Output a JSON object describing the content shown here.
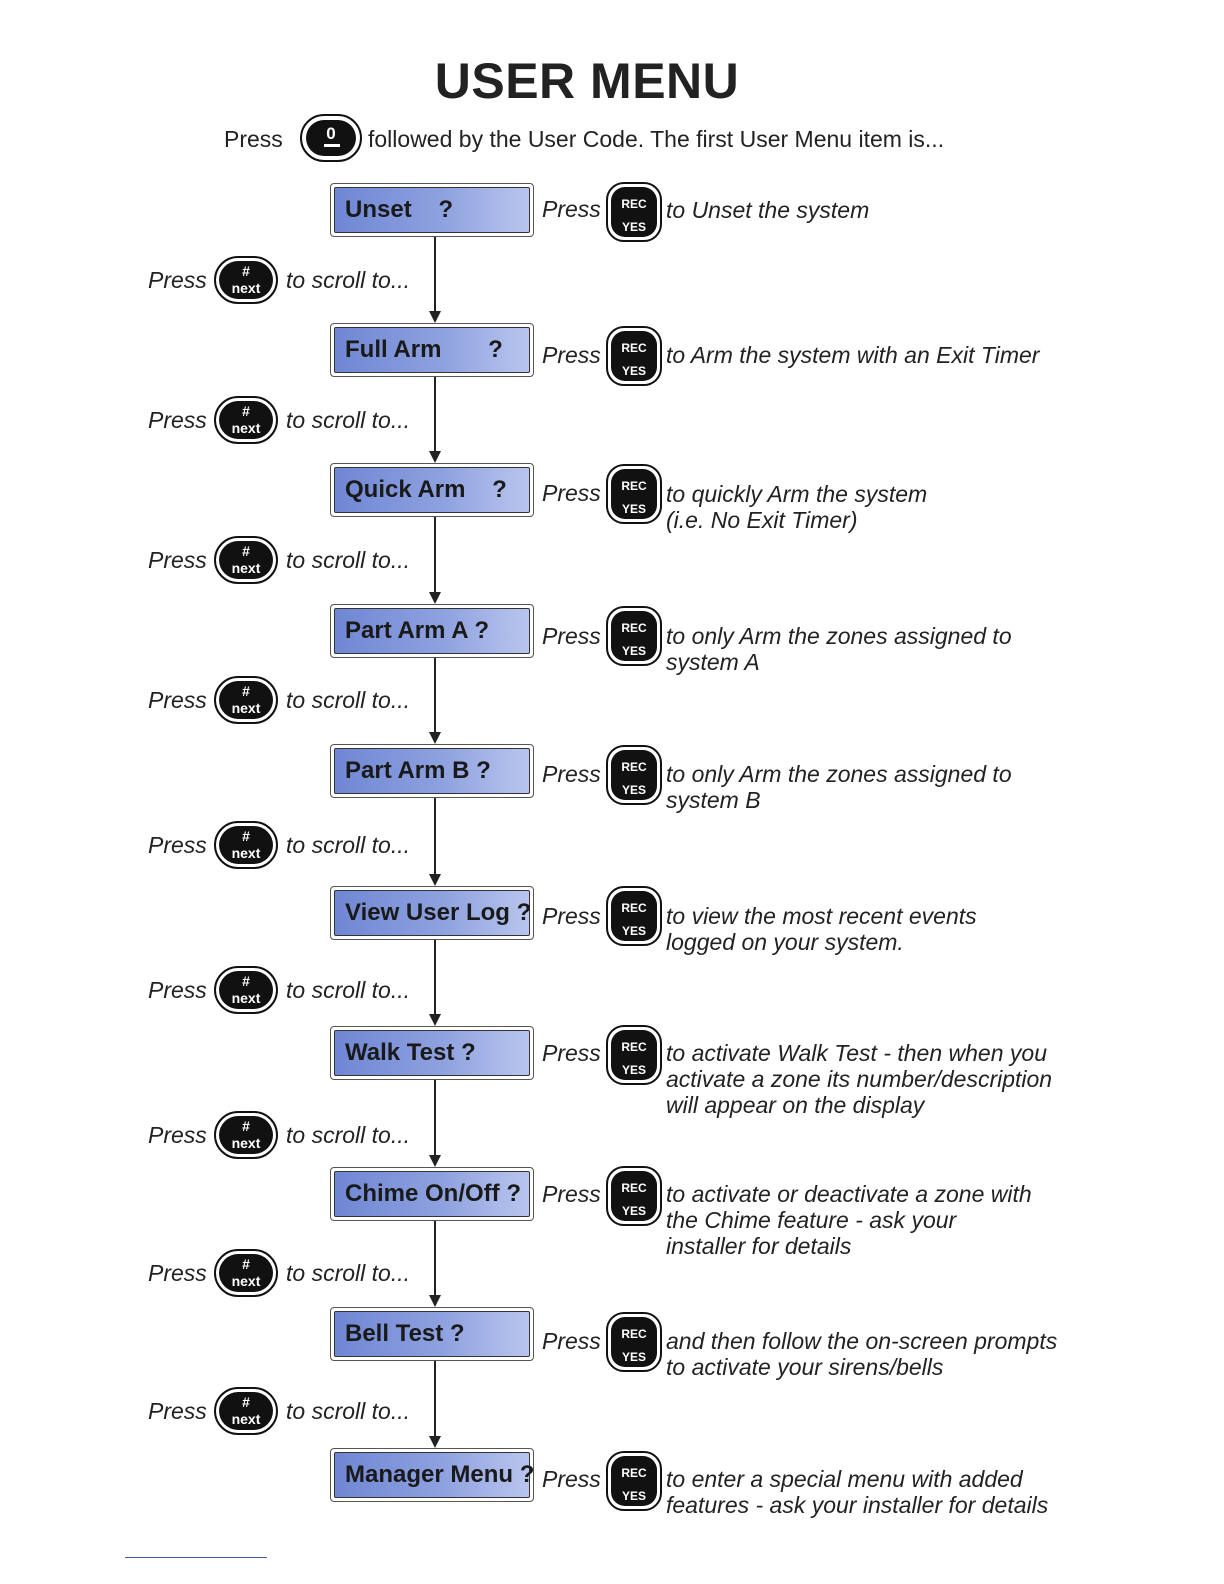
{
  "title": "USER MENU",
  "intro": {
    "prefix": "Press",
    "key_label": "0",
    "suffix": "followed by the User Code. The first User Menu item is..."
  },
  "keys": {
    "yes_top": "REC",
    "yes_bottom": "YES",
    "next_top": "#",
    "next_bottom": "next",
    "press_word": "Press",
    "scroll_text": "to scroll to..."
  },
  "colors": {
    "lcd_gradient_start": "#6f87d4",
    "lcd_gradient_end": "#b9c5ee",
    "key_fill": "#111111"
  },
  "menu_items": [
    {
      "label": "Unset    ?",
      "desc": [
        "to Unset the system"
      ]
    },
    {
      "label": "Full Arm       ?",
      "desc": [
        "to Arm the system with an Exit Timer"
      ]
    },
    {
      "label": "Quick Arm    ?",
      "desc": [
        "to quickly Arm the system",
        "(i.e. No Exit Timer)"
      ]
    },
    {
      "label": "Part Arm A ?",
      "desc": [
        "to only Arm the zones assigned to",
        "system A"
      ]
    },
    {
      "label": "Part Arm B ?",
      "desc": [
        "to only Arm the zones assigned to",
        "system B"
      ]
    },
    {
      "label": "View User Log ?",
      "desc": [
        "to view the most recent events",
        "logged on your system."
      ]
    },
    {
      "label": "Walk Test ?",
      "desc": [
        "to activate Walk Test - then when you",
        "activate a zone its number/description",
        "will appear on the display"
      ]
    },
    {
      "label": "Chime On/Off ?",
      "desc": [
        "to activate or deactivate a zone with",
        "the Chime feature - ask your",
        "installer for details"
      ]
    },
    {
      "label": "Bell Test ?",
      "desc": [
        "and then follow the on-screen prompts",
        "to activate your sirens/bells"
      ]
    },
    {
      "label": "Manager Menu ?",
      "desc": [
        "to enter a special menu with added",
        "features - ask your installer for details"
      ]
    }
  ]
}
